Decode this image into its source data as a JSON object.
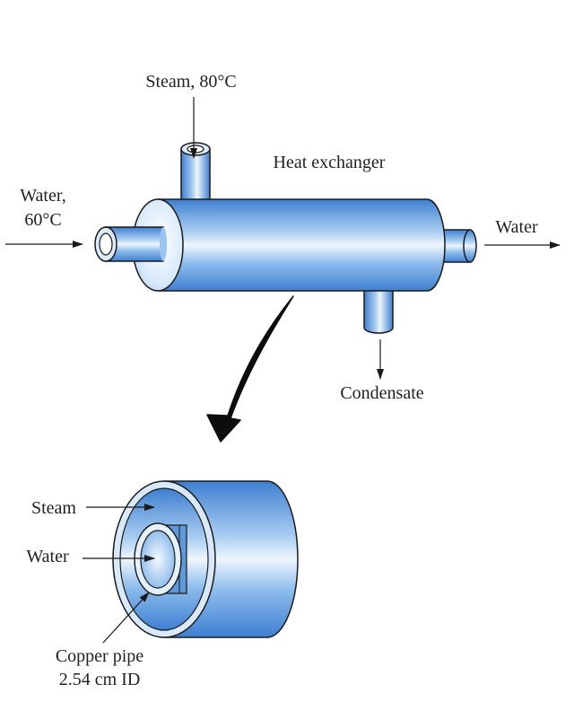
{
  "labels": {
    "steam_inlet": "Steam, 80°C",
    "heat_exchanger": "Heat exchanger",
    "water_inlet_line1": "Water,",
    "water_inlet_line2": "60°C",
    "water_outlet": "Water",
    "condensate": "Condensate",
    "section_steam": "Steam",
    "section_water": "Water",
    "pipe_line1": "Copper pipe",
    "pipe_line2": "2.54 cm ID"
  },
  "colors": {
    "shell_light": "#e8f2fc",
    "shell_mid": "#8dbcec",
    "shell_dark": "#3f7fd0",
    "outline": "#1a1a1a",
    "text": "#231f20"
  }
}
